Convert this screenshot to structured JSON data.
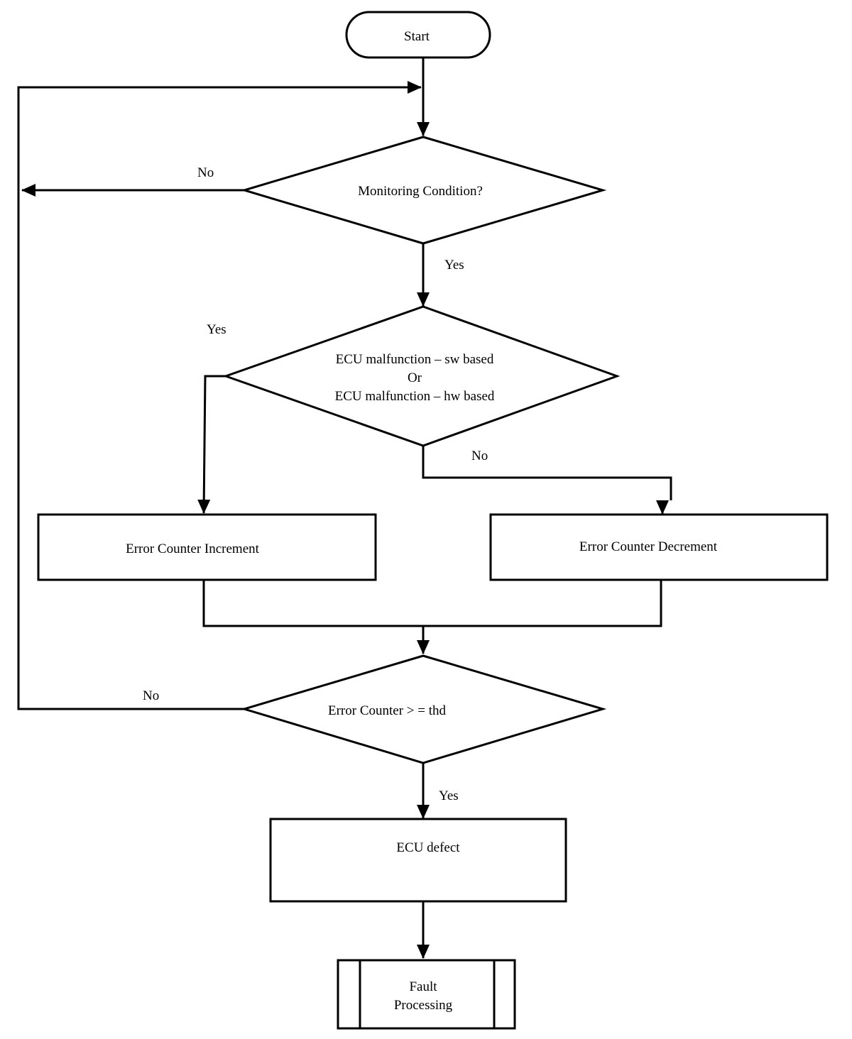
{
  "flowchart": {
    "start": "Start",
    "decision_monitoring": "Monitoring Condition?",
    "decision_malfunction": {
      "line1": "ECU malfunction – sw based",
      "line2": "Or",
      "line3": "ECU malfunction – hw based"
    },
    "process_increment": "Error Counter Increment",
    "process_decrement": "Error Counter Decrement",
    "decision_threshold": "Error Counter > = thd",
    "process_defect": "ECU defect",
    "subprocess_fault": {
      "line1": "Fault",
      "line2": "Processing"
    },
    "edge_labels": {
      "monitoring_no": "No",
      "monitoring_yes": "Yes",
      "malfunction_yes": "Yes",
      "malfunction_no": "No",
      "threshold_no": "No",
      "threshold_yes": "Yes"
    }
  }
}
